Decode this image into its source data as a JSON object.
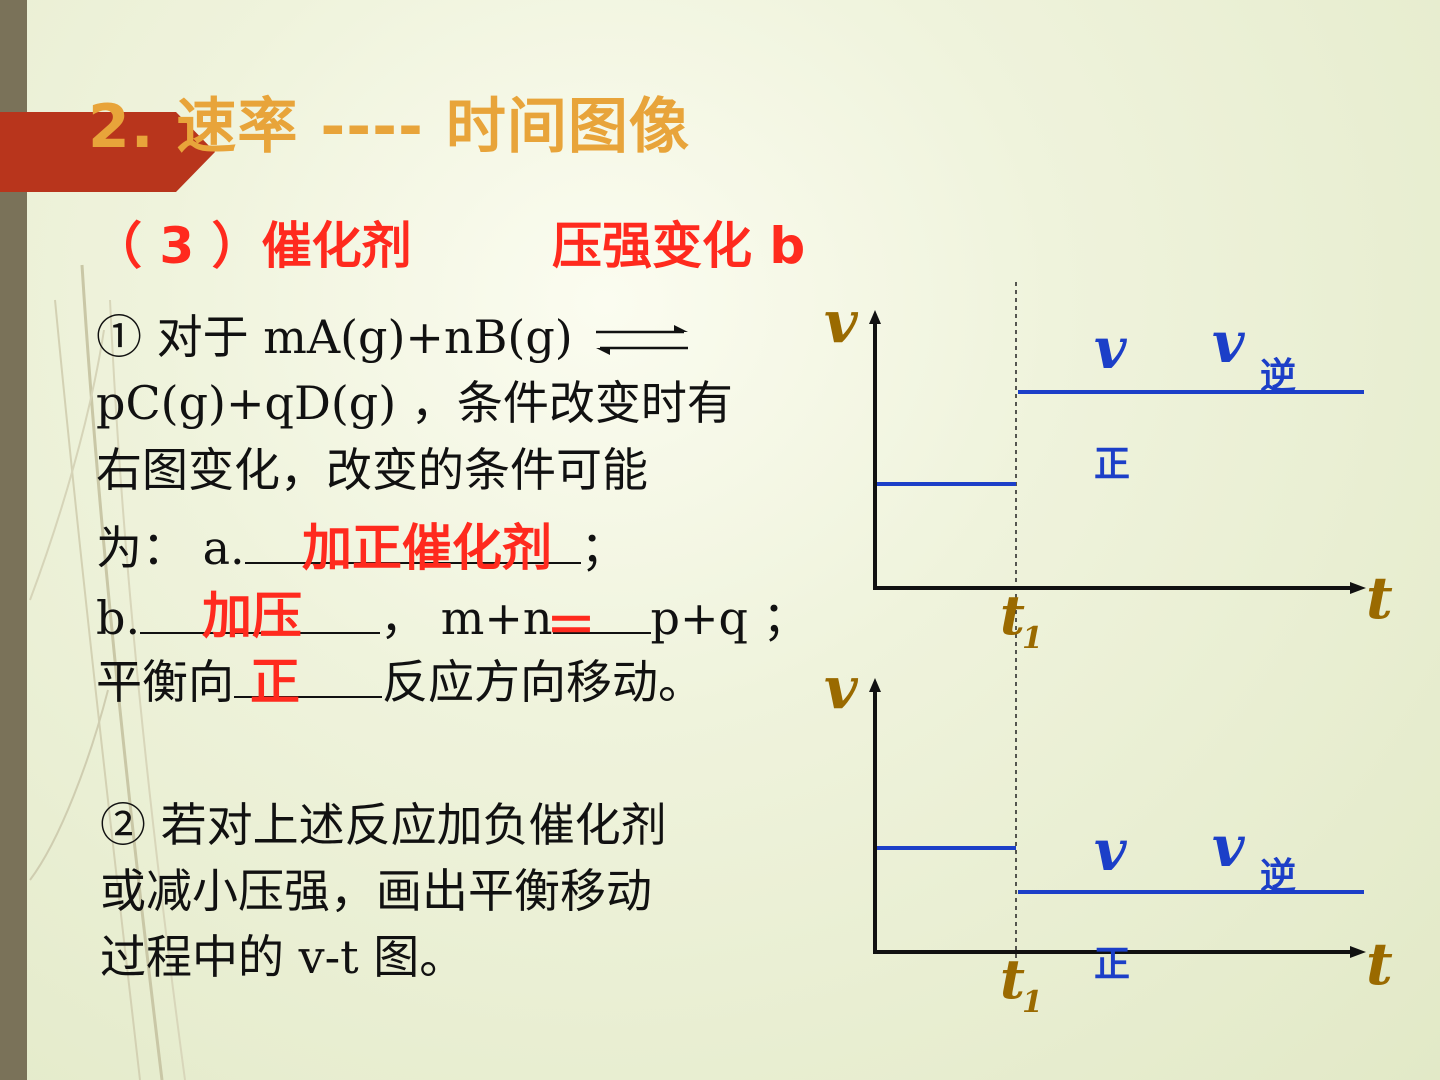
{
  "title": "2. 速率 ---- 时间图像",
  "subtitle": {
    "left": "（ 3 ）催化剂",
    "right": "压强变化 b"
  },
  "q1": {
    "line1": "① 对于 mA(g)+nB(g)",
    "line2": "pC(g)+qD(g) ，条件改变时有",
    "line3": "右图变化，改变的条件可能",
    "line4_prefix": "为： a.",
    "line4_suffix": "；",
    "line5_prefix": "b.",
    "line5_mid": "， m+n",
    "line5_suffix": "p+q ；",
    "line6_prefix": "平衡向",
    "line6_suffix": "反应方向移动。"
  },
  "answers": {
    "a": "加正催化剂",
    "b": "加压",
    "relation": "＝",
    "direction": "正"
  },
  "q2": {
    "line1": "② 若对上述反应加负催化剂",
    "line2": "或减小压强，画出平衡移动",
    "line3": "过程中的  v-t 图。"
  },
  "graph_top": {
    "y_axis_label": "v",
    "x_axis_label": "t",
    "t_mark": "t",
    "t_sub": "1",
    "v_forward": "v",
    "v_forward_sub": "正",
    "v_reverse": "v",
    "v_reverse_sub": "逆"
  },
  "graph_bottom": {
    "y_axis_label": "v",
    "x_axis_label": "t",
    "t_mark": "t",
    "t_sub": "1",
    "v_forward": "v",
    "v_forward_sub": "正",
    "v_reverse": "v",
    "v_reverse_sub": "逆"
  },
  "colors": {
    "title": "#e8a43a",
    "answer": "#ff2a1e",
    "line": "#1c3fc8",
    "axis_label": "#9a6a00",
    "ribbon": "#b8351c",
    "sidebar": "#7a7259"
  }
}
